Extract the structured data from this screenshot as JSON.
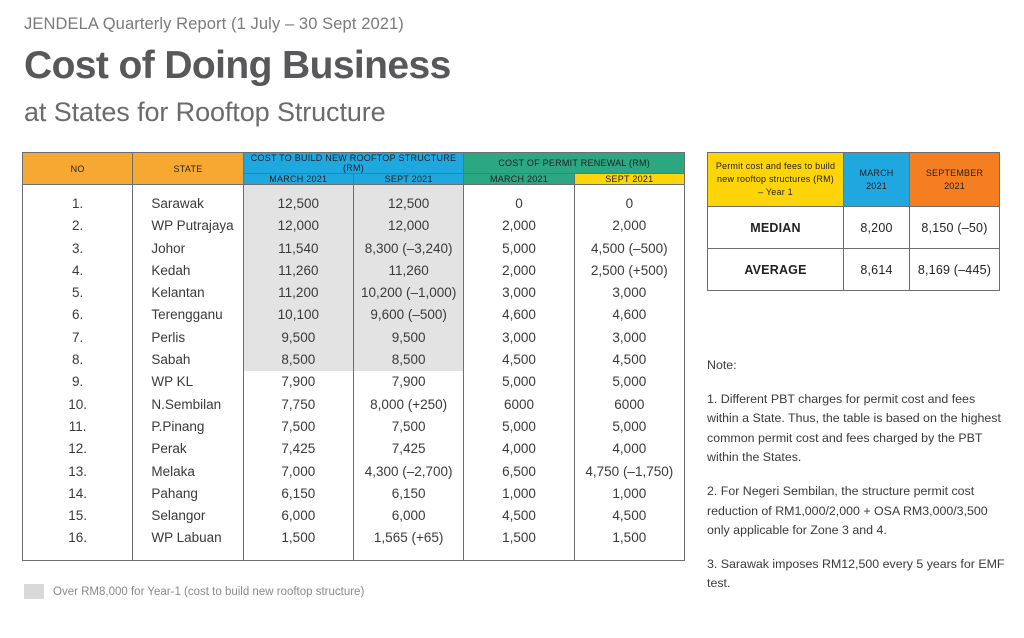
{
  "header": {
    "kicker": "JENDELA Quarterly Report (1 July – 30 Sept 2021)",
    "title": "Cost of Doing Business",
    "subtitle": "at States for Rooftop Structure"
  },
  "colors": {
    "orange_header": "#f7a831",
    "blue_header": "#1fa8e0",
    "green_header": "#2ba882",
    "yellow_header": "#fcd407",
    "summary_orange": "#f57f20",
    "shade_row": "#e3e3e3",
    "legend_swatch": "#d9d9d9",
    "title_gray": "#58585a"
  },
  "main_table": {
    "headers": {
      "no": "NO",
      "state": "STATE",
      "group_build": "COST TO BUILD NEW ROOFTOP STRUCTURE (RM)",
      "group_renewal": "COST OF PERMIT RENEWAL (RM)",
      "build_march": "MARCH 2021",
      "build_sept": "SEPT 2021",
      "renewal_march": "MARCH 2021",
      "renewal_sept": "SEPT 2021"
    },
    "rows": [
      {
        "no": "1.",
        "state": "Sarawak",
        "build_march": "12,500",
        "build_sept": "12,500",
        "renewal_march": "0",
        "renewal_sept": "0",
        "shaded": true
      },
      {
        "no": "2.",
        "state": "WP Putrajaya",
        "build_march": "12,000",
        "build_sept": "12,000",
        "renewal_march": "2,000",
        "renewal_sept": "2,000",
        "shaded": true
      },
      {
        "no": "3.",
        "state": "Johor",
        "build_march": "11,540",
        "build_sept": "8,300 (–3,240)",
        "renewal_march": "5,000",
        "renewal_sept": "4,500 (–500)",
        "shaded": true
      },
      {
        "no": "4.",
        "state": "Kedah",
        "build_march": "11,260",
        "build_sept": "11,260",
        "renewal_march": "2,000",
        "renewal_sept": "2,500 (+500)",
        "shaded": true
      },
      {
        "no": "5.",
        "state": "Kelantan",
        "build_march": "11,200",
        "build_sept": "10,200 (–1,000)",
        "renewal_march": "3,000",
        "renewal_sept": "3,000",
        "shaded": true
      },
      {
        "no": "6.",
        "state": "Terengganu",
        "build_march": "10,100",
        "build_sept": "9,600 (–500)",
        "renewal_march": "4,600",
        "renewal_sept": "4,600",
        "shaded": true
      },
      {
        "no": "7.",
        "state": "Perlis",
        "build_march": "9,500",
        "build_sept": "9,500",
        "renewal_march": "3,000",
        "renewal_sept": "3,000",
        "shaded": true
      },
      {
        "no": "8.",
        "state": "Sabah",
        "build_march": "8,500",
        "build_sept": "8,500",
        "renewal_march": "4,500",
        "renewal_sept": "4,500",
        "shaded": true
      },
      {
        "no": "9.",
        "state": "WP KL",
        "build_march": "7,900",
        "build_sept": "7,900",
        "renewal_march": "5,000",
        "renewal_sept": "5,000",
        "shaded": false
      },
      {
        "no": "10.",
        "state": "N.Sembilan",
        "build_march": "7,750",
        "build_sept": "8,000 (+250)",
        "renewal_march": "6000",
        "renewal_sept": "6000",
        "shaded": false
      },
      {
        "no": "11.",
        "state": "P.Pinang",
        "build_march": "7,500",
        "build_sept": "7,500",
        "renewal_march": "5,000",
        "renewal_sept": "5,000",
        "shaded": false
      },
      {
        "no": "12.",
        "state": "Perak",
        "build_march": "7,425",
        "build_sept": "7,425",
        "renewal_march": "4,000",
        "renewal_sept": "4,000",
        "shaded": false
      },
      {
        "no": "13.",
        "state": "Melaka",
        "build_march": "7,000",
        "build_sept": "4,300 (–2,700)",
        "renewal_march": "6,500",
        "renewal_sept": "4,750 (–1,750)",
        "shaded": false
      },
      {
        "no": "14.",
        "state": "Pahang",
        "build_march": "6,150",
        "build_sept": "6,150",
        "renewal_march": "1,000",
        "renewal_sept": "1,000",
        "shaded": false
      },
      {
        "no": "15.",
        "state": "Selangor",
        "build_march": "6,000",
        "build_sept": "6,000",
        "renewal_march": "4,500",
        "renewal_sept": "4,500",
        "shaded": false
      },
      {
        "no": "16.",
        "state": "WP Labuan",
        "build_march": "1,500",
        "build_sept": "1,565 (+65)",
        "renewal_march": "1,500",
        "renewal_sept": "1,500",
        "shaded": false
      }
    ]
  },
  "legend": {
    "text": "Over RM8,000 for Year-1 (cost to build new rooftop structure)"
  },
  "summary_table": {
    "headers": {
      "label": "Permit cost and fees to build new rooftop structures (RM) – Year 1",
      "march": "MARCH 2021",
      "september": "SEPTEMBER 2021"
    },
    "rows": [
      {
        "label": "MEDIAN",
        "march": "8,200",
        "september": "8,150 (–50)"
      },
      {
        "label": "AVERAGE",
        "march": "8,614",
        "september": "8,169 (–445)"
      }
    ]
  },
  "notes": {
    "heading": "Note:",
    "items": [
      "1. Different PBT charges for permit cost and fees within a State. Thus, the table is based on the highest common permit cost and fees charged by the PBT within the States.",
      "2. For Negeri Sembilan, the structure permit cost reduction of RM1,000/2,000 + OSA RM3,000/3,500 only applicable for Zone 3 and 4.",
      "3. Sarawak imposes RM12,500 every 5 years for EMF test."
    ]
  }
}
